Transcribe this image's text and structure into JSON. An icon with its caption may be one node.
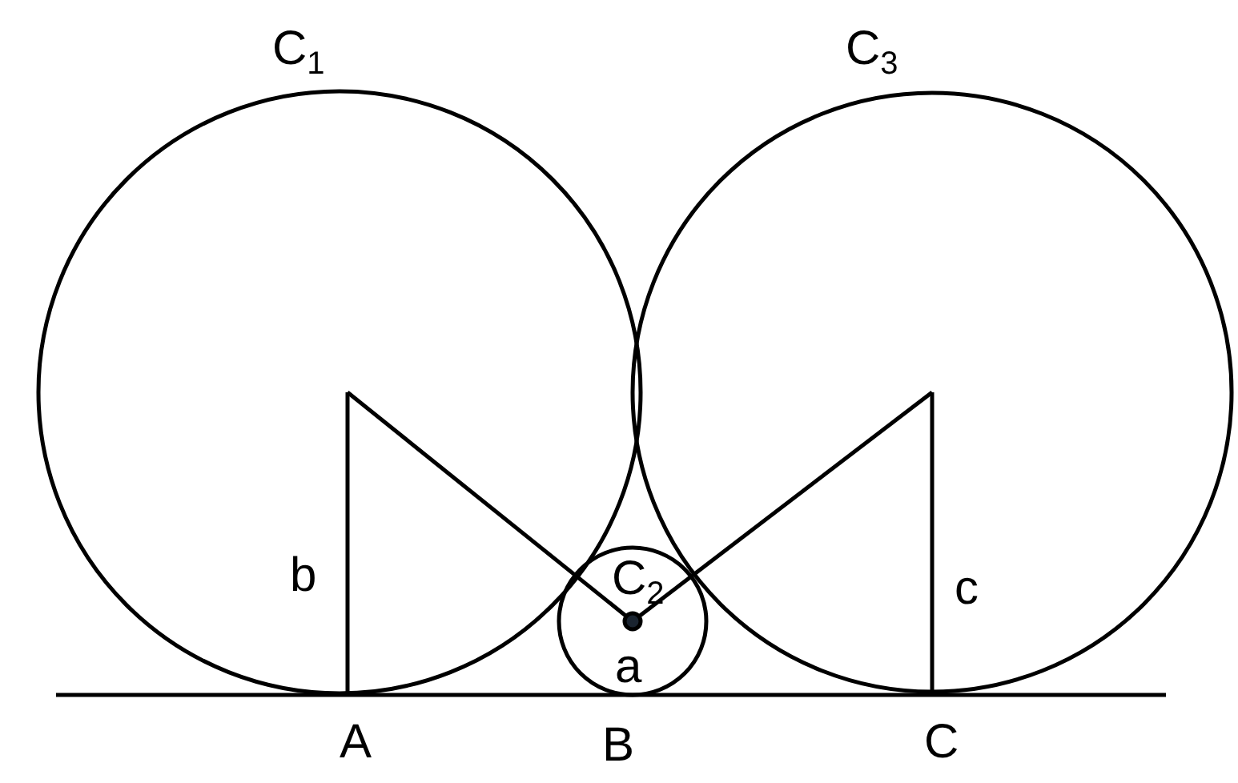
{
  "diagram": {
    "labels": [
      "C$_{1}$",
      "C$_{3}$",
      "b",
      "C$_{2}$",
      "c",
      "a",
      "A",
      "B",
      "C"
    ]
  }
}
